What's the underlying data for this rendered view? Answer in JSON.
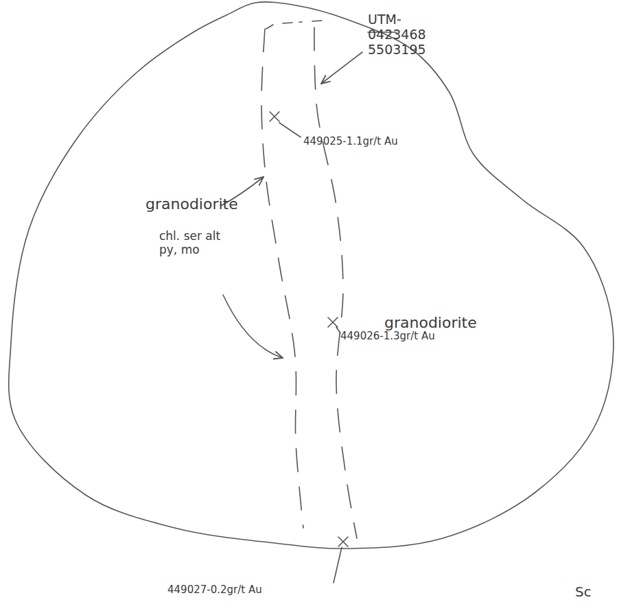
{
  "diagram": {
    "labels": [
      "UTM-0423468 5503195",
      "449025-1.1gr/t Au",
      "granodiorite",
      "chl. ser alt py, mo",
      "449026-1.3gr/t Au",
      "granodiorite",
      "449027-0.2gr/t Au",
      "Sc"
    ]
  }
}
